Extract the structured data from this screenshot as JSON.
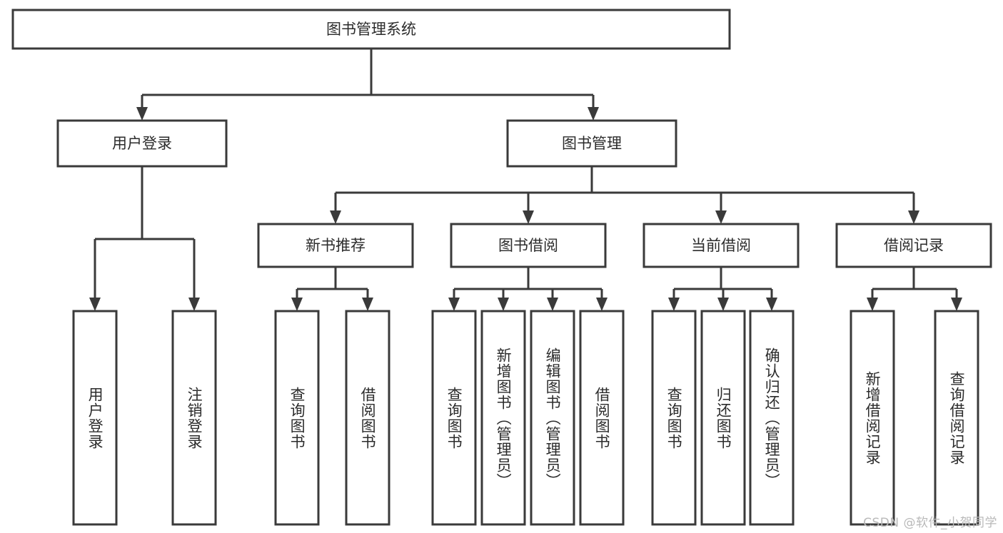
{
  "diagram": {
    "type": "tree-hierarchy-chart",
    "title": "图书管理系统",
    "watermark": "CSDN @软件_小贺同学",
    "colors": {
      "box_stroke": "#3a3a3a",
      "box_fill": "#ffffff",
      "text": "#2b2b2b",
      "background": "#ffffff",
      "watermark": "#b9b9b9"
    },
    "root": {
      "label": "图书管理系统"
    },
    "level1": [
      {
        "label": "用户登录"
      },
      {
        "label": "图书管理"
      }
    ],
    "level2": [
      {
        "label": "新书推荐",
        "parent": "图书管理"
      },
      {
        "label": "图书借阅",
        "parent": "图书管理"
      },
      {
        "label": "当前借阅",
        "parent": "图书管理"
      },
      {
        "label": "借阅记录",
        "parent": "图书管理"
      }
    ],
    "leaves": [
      {
        "label": "用户登录",
        "parent": "用户登录"
      },
      {
        "label": "注销登录",
        "parent": "用户登录"
      },
      {
        "label": "查询图书",
        "parent": "新书推荐"
      },
      {
        "label": "借阅图书",
        "parent": "新书推荐"
      },
      {
        "label": "查询图书",
        "parent": "图书借阅"
      },
      {
        "label": "新增图书（管理员）",
        "parent": "图书借阅"
      },
      {
        "label": "编辑图书（管理员）",
        "parent": "图书借阅"
      },
      {
        "label": "借阅图书",
        "parent": "图书借阅"
      },
      {
        "label": "查询图书",
        "parent": "当前借阅"
      },
      {
        "label": "归还图书",
        "parent": "当前借阅"
      },
      {
        "label": "确认归还（管理员）",
        "parent": "当前借阅"
      },
      {
        "label": "新增借阅记录",
        "parent": "借阅记录"
      },
      {
        "label": "查询借阅记录",
        "parent": "借阅记录"
      }
    ]
  }
}
